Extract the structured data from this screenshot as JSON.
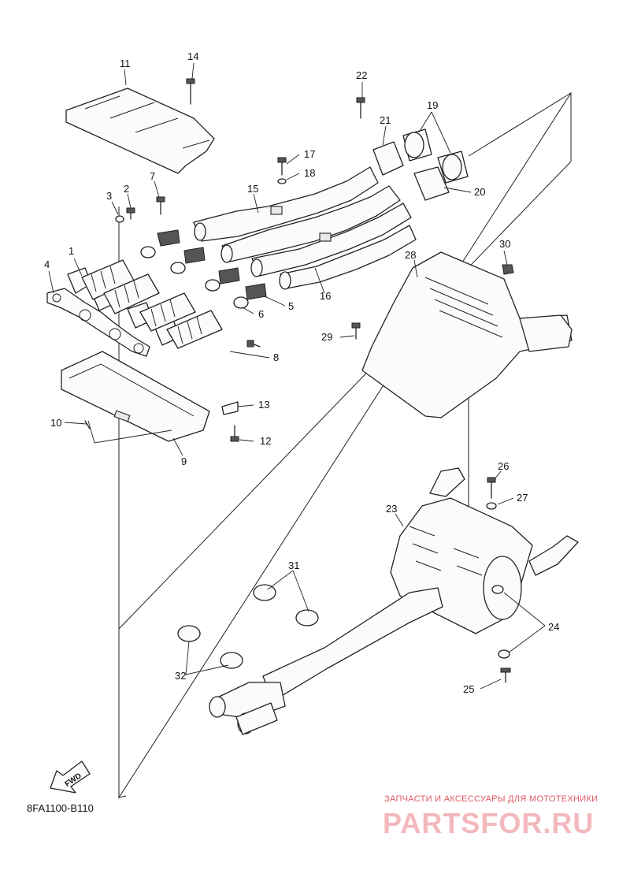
{
  "diagram": {
    "code": "8FA1100-B110",
    "fwd_label": "FWD",
    "part_labels": [
      "1",
      "2",
      "3",
      "4",
      "5",
      "6",
      "7",
      "8",
      "9",
      "10",
      "11",
      "12",
      "13",
      "14",
      "15",
      "16",
      "17",
      "18",
      "19",
      "20",
      "21",
      "22",
      "23",
      "24",
      "25",
      "26",
      "27",
      "28",
      "29",
      "30",
      "31",
      "32"
    ]
  },
  "watermark": {
    "subtitle": "ЗАПЧАСТИ И АКСЕССУАРЫ ДЛЯ МОТОТЕХНИКИ",
    "brand": "PARTSFOR.RU"
  }
}
